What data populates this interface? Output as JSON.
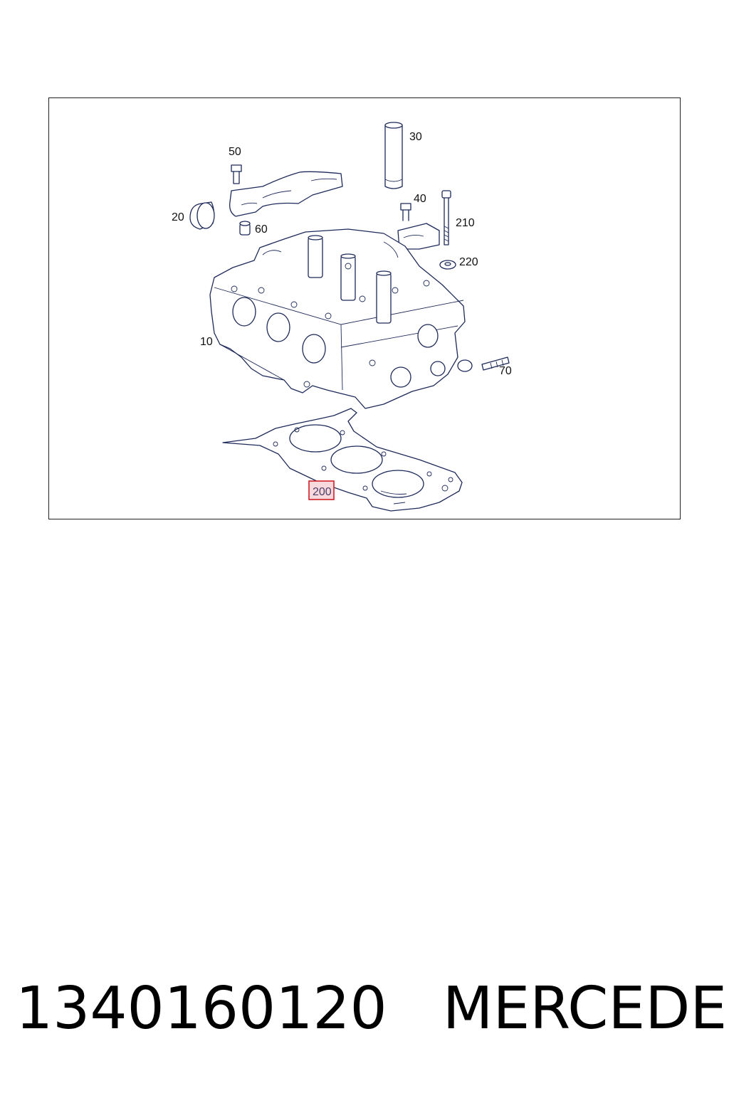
{
  "diagram": {
    "callouts": {
      "c10": "10",
      "c20": "20",
      "c30": "30",
      "c40": "40",
      "c50": "50",
      "c60": "60",
      "c70": "70",
      "c200": "200",
      "c210": "210",
      "c220": "220"
    },
    "highlighted_callout": "200",
    "highlight_color": "#d0202a",
    "line_color": "#1e2a5a"
  },
  "caption": {
    "part_number": "1340160120",
    "brand": "MERCEDES"
  }
}
